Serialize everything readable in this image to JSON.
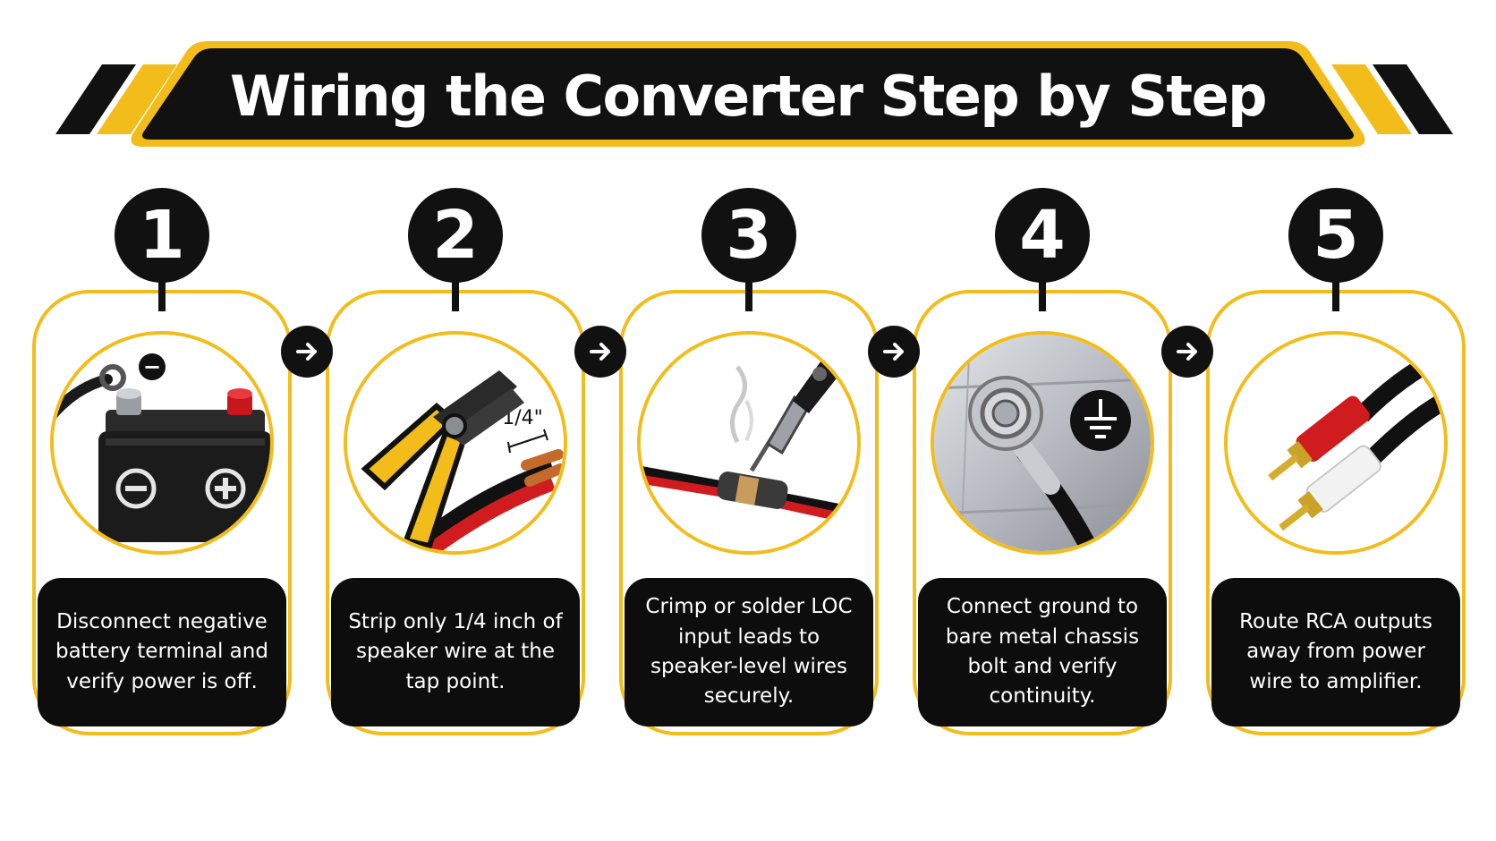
{
  "title": "Wiring the Converter Step by Step",
  "colors": {
    "accent": "#f2bd1b",
    "dark": "#111111",
    "wire_red": "#d01c1f",
    "metal": "#b8bcc2"
  },
  "steps": [
    {
      "number": "1",
      "caption": "Disconnect negative battery terminal and verify power is off.",
      "icon": "battery-icon",
      "labels": {
        "minus": "−",
        "plus": "+"
      }
    },
    {
      "number": "2",
      "caption": "Strip only 1/4 inch of speaker wire at the tap point.",
      "icon": "wire-stripper-icon",
      "labels": {
        "measure": "1/4\""
      }
    },
    {
      "number": "3",
      "caption": "Crimp or solder LOC input leads to speaker-level wires securely.",
      "icon": "soldering-iron-icon"
    },
    {
      "number": "4",
      "caption": "Connect ground to bare metal chassis bolt and verify continuity.",
      "icon": "ground-bolt-icon"
    },
    {
      "number": "5",
      "caption": "Route RCA outputs away from power wire to amplifier.",
      "icon": "rca-cables-icon"
    }
  ],
  "arrows": [
    "arrow-right-icon",
    "arrow-right-icon",
    "arrow-right-icon",
    "arrow-right-icon"
  ]
}
